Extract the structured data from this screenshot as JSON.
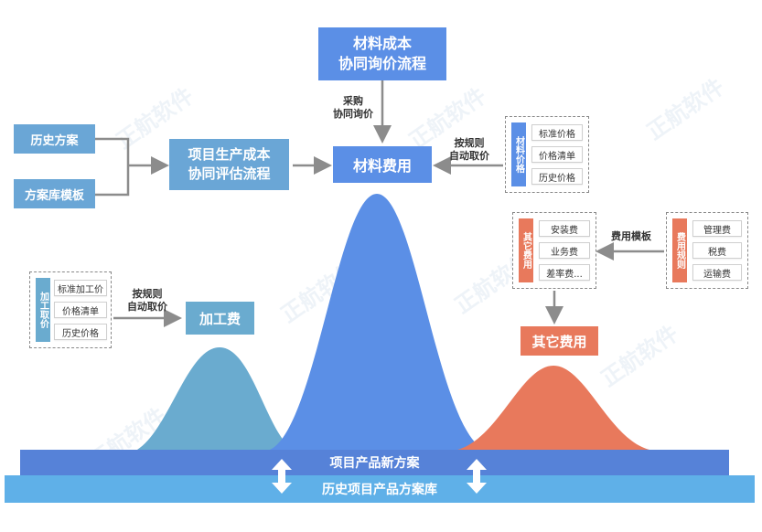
{
  "watermark": "正航软件",
  "top_box": {
    "line1": "材料成本",
    "line2": "协同询价流程"
  },
  "purchase_label": {
    "line1": "采购",
    "line2": "协同询价"
  },
  "material_cost": "材料费用",
  "rule_label_right": {
    "line1": "按规则",
    "line2": "自动取价"
  },
  "history_plan": "历史方案",
  "plan_library_template": "方案库模板",
  "eval_box": {
    "line1": "项目生产成本",
    "line2": "协同评估流程"
  },
  "material_price_panel": {
    "tag": "材料价格",
    "items": [
      "标准价格",
      "价格清单",
      "历史价格"
    ]
  },
  "other_cost_panel": {
    "tag": "其它费用",
    "items": [
      "安装费",
      "业务费",
      "差率费..."
    ]
  },
  "cost_rule_panel": {
    "tag": "费用规则",
    "items": [
      "管理费",
      "税费",
      "运输费"
    ]
  },
  "cost_template_label": "费用模板",
  "processing_price_panel": {
    "tag": "加工取价",
    "items": [
      "标准加工价",
      "价格清单",
      "历史价格"
    ]
  },
  "rule_label_left": {
    "line1": "按规则",
    "line2": "自动取价"
  },
  "processing_cost": "加工费",
  "other_cost_box": "其它费用",
  "new_plan_bar": "项目产品新方案",
  "history_library_bar": "历史项目产品方案库",
  "colors": {
    "blue_dark": "#5b8fe6",
    "blue_mid": "#6aa6d6",
    "orange": "#e8795c",
    "teal": "#6aabcf",
    "bar_light": "#5fb0e8"
  }
}
